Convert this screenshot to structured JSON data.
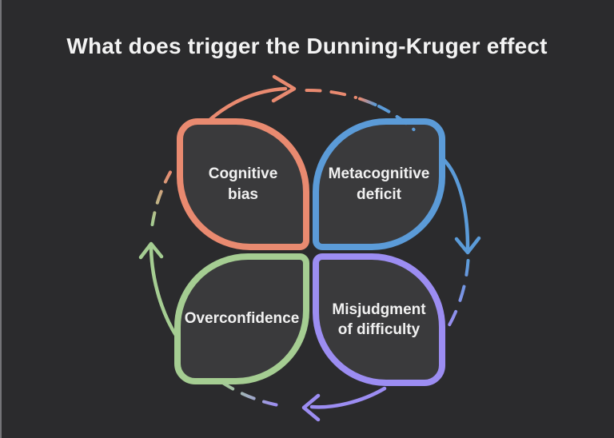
{
  "title": "What does trigger the Dunning-Kruger effect",
  "colors": {
    "background": "#2B2B2D",
    "petal_fill": "#3A3A3C",
    "title_text": "#F3F3F3",
    "label_text": "#F1F1F1"
  },
  "petals": [
    {
      "position": "top-left",
      "label": "Cognitive bias",
      "line1": "Cognitive",
      "line2": "bias",
      "color": "#E98A70"
    },
    {
      "position": "top-right",
      "label": "Metacognitive deficit",
      "line1": "Metacognitive",
      "line2": "deficit",
      "color": "#5B9BD8"
    },
    {
      "position": "bottom-left",
      "label": "Overconfidence",
      "line1": "Overconfidence",
      "line2": "",
      "color": "#A5CD92"
    },
    {
      "position": "bottom-right",
      "label": "Misjudgment of difficulty",
      "line1": "Misjudgment",
      "line2": "of difficulty",
      "color": "#9C8DF2"
    }
  ],
  "cycle": {
    "direction": "clockwise",
    "arrows": [
      {
        "at": "top",
        "points": "right",
        "color": "#E98A70"
      },
      {
        "at": "right",
        "points": "down",
        "color": "#5B9BD8"
      },
      {
        "at": "bottom",
        "points": "left",
        "color": "#9C8DF2"
      },
      {
        "at": "left",
        "points": "up",
        "color": "#A5CD92"
      }
    ]
  }
}
